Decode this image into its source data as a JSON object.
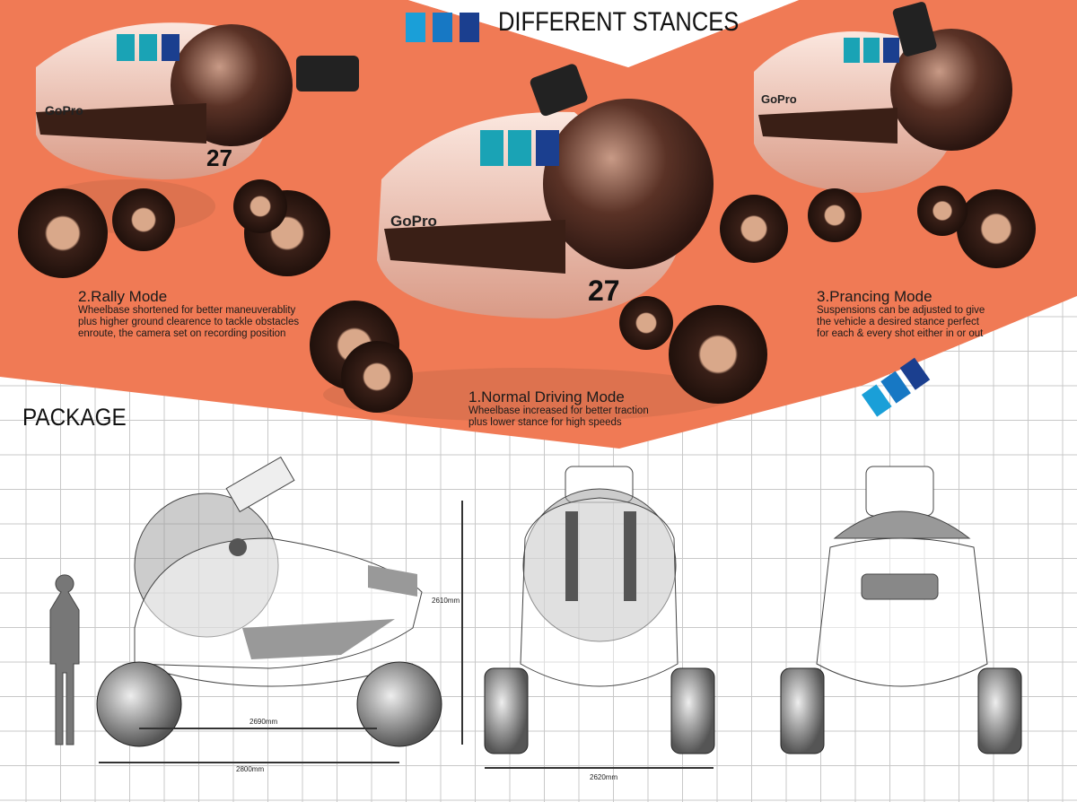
{
  "header": {
    "title": "DIFFERENT STANCES"
  },
  "colors": {
    "background_orange": "#f07a55",
    "accent_light_blue": "#1a9fd8",
    "accent_mid_blue": "#1778c4",
    "accent_dark_blue": "#1b3f8f"
  },
  "modes": [
    {
      "title": "1.Normal Driving Mode",
      "description": [
        "Wheelbase increased for better traction",
        "plus lower stance for high speeds"
      ]
    },
    {
      "title": "2.Rally Mode",
      "description": [
        "Wheelbase shortened for better maneuverablity",
        "plus higher ground clearence to tackle obstacles",
        "enroute, the camera set on recording position"
      ]
    },
    {
      "title": "3.Prancing Mode",
      "description": [
        "Suspensions can be adjusted to give",
        "the vehicle a desired stance perfect",
        "for each & every shot either in or out"
      ]
    }
  ],
  "vehicle": {
    "brand": "GoPro",
    "number": "27"
  },
  "package": {
    "title": "PACKAGE",
    "dimensions": {
      "wheelbase": "2690mm",
      "length": "2800mm",
      "height": "2610mm",
      "width": "2620mm"
    }
  }
}
